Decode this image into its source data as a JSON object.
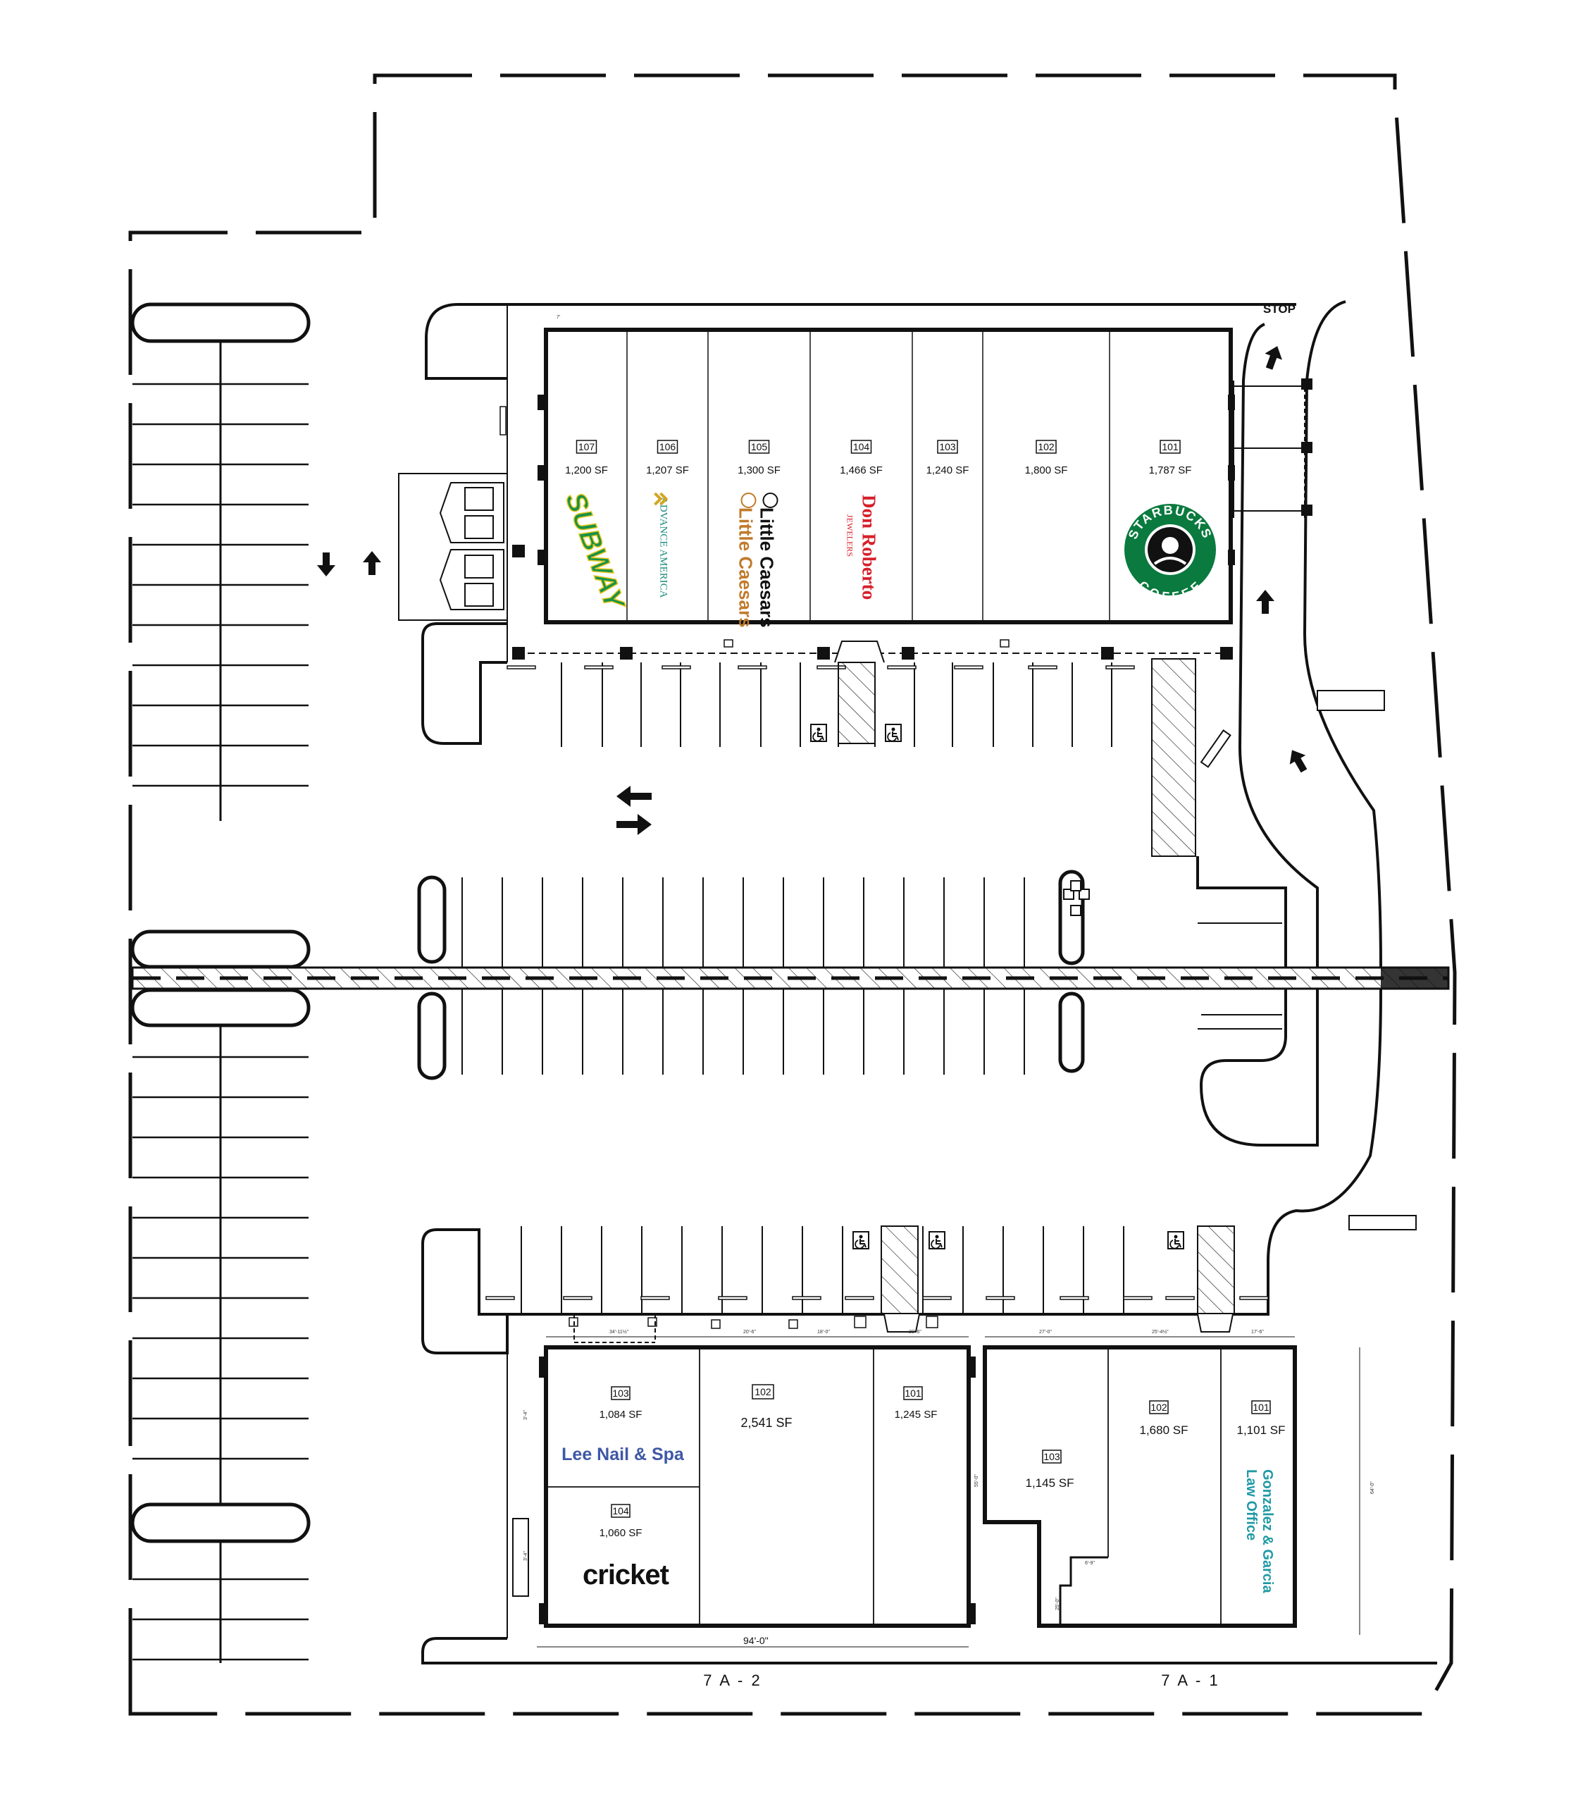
{
  "north_building": {
    "units": [
      {
        "id": "107",
        "sf": "1,200 SF",
        "tenant": "SUBWAY",
        "tenant_color": "#199248"
      },
      {
        "id": "106",
        "sf": "1,207 SF",
        "tenant": "ADVANCE AMERICA",
        "tenant_color": "#1b8a7d"
      },
      {
        "id": "105",
        "sf": "1,300 SF",
        "tenant": "Little Caesars",
        "tenant_color": "#c07a2b"
      },
      {
        "id": "104",
        "sf": "1,466 SF",
        "tenant": "Don Roberto",
        "tenant_sub": "JEWELERS",
        "tenant_color": "#d6202a"
      },
      {
        "id": "103",
        "sf": "1,240 SF",
        "tenant": ""
      },
      {
        "id": "102",
        "sf": "1,800 SF",
        "tenant": ""
      },
      {
        "id": "101",
        "sf": "1,787 SF",
        "tenant": "STARBUCKS COFFEE",
        "tenant_color": "#0a7a3e"
      }
    ],
    "dim_top": "7'"
  },
  "building_7a2": {
    "label": "7 A - 2",
    "units": [
      {
        "id": "103",
        "sf": "1,084 SF",
        "tenant": "Lee Nail & Spa",
        "tenant_color": "#3e58a6"
      },
      {
        "id": "104",
        "sf": "1,060 SF",
        "tenant": "cricket",
        "tenant_color": "#111111"
      },
      {
        "id": "102",
        "sf": "2,541 SF",
        "tenant": ""
      },
      {
        "id": "101",
        "sf": "1,245 SF",
        "tenant": ""
      }
    ],
    "dims": {
      "width": "94'-0\"",
      "d1": "34'-11½\"",
      "d2": "20'-6\"",
      "d3": "18'-0\"",
      "d4": "20'-6\"",
      "side1": "3'-4\"",
      "side2": "3'-4\"",
      "depth": "55'-0\""
    }
  },
  "building_7a1": {
    "label": "7 A - 1",
    "units": [
      {
        "id": "103",
        "sf": "1,145 SF",
        "tenant": ""
      },
      {
        "id": "102",
        "sf": "1,680 SF",
        "tenant": ""
      },
      {
        "id": "101",
        "sf": "1,101 SF",
        "tenant": "Gonzalez & Garcia",
        "tenant_sub": "Law Office",
        "tenant_color": "#1f9aa5"
      }
    ],
    "dims": {
      "d1": "27'-0\"",
      "d2": "25'-4½\"",
      "d3": "17'-6\"",
      "depth": "64'-0\"",
      "notch1": "6'-9\"",
      "notch2": "25'-0\""
    }
  },
  "signs": {
    "stop": "STOP"
  },
  "colors": {
    "line": "#111111",
    "paper": "#ffffff"
  },
  "icons": [
    "arrow-up-icon",
    "arrow-down-icon",
    "two-way-arrow-icon",
    "accessible-parking-icon",
    "light-pole-icon"
  ]
}
